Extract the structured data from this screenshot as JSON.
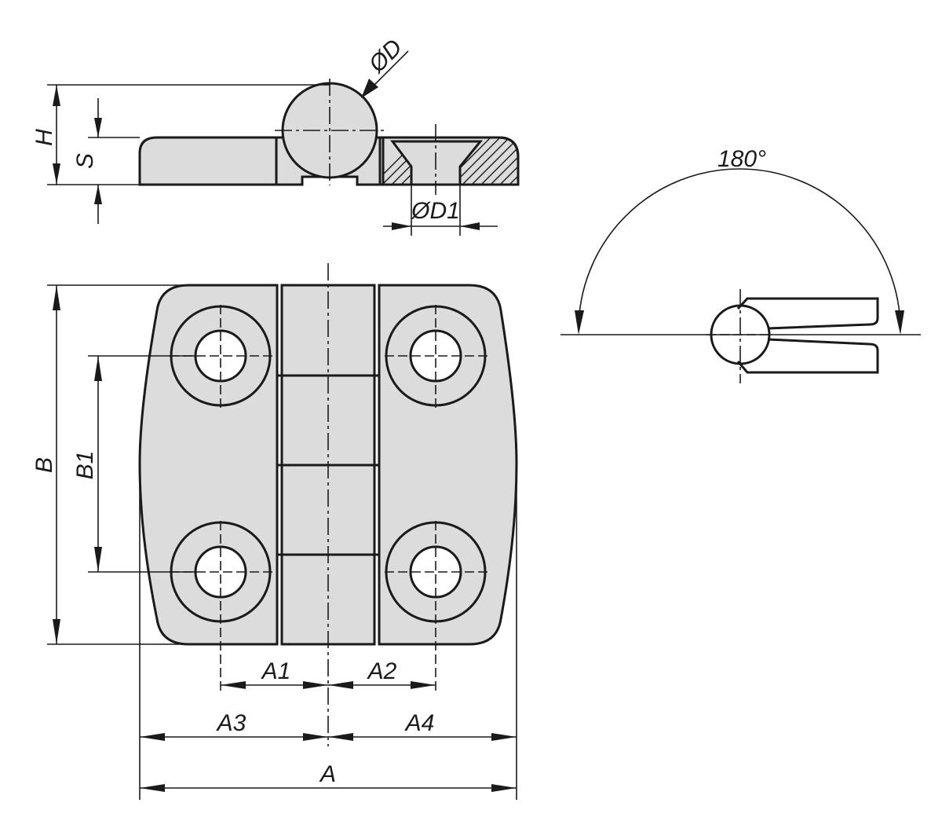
{
  "drawing": {
    "subject": "Hinge technical drawing",
    "views": [
      "side-view",
      "top-view",
      "rotation-view"
    ],
    "side_view": {
      "labels": {
        "overall_height": "H",
        "plate_thickness": "S",
        "knuckle_diameter": "ØD",
        "hole_diameter": "ØD1"
      }
    },
    "top_view": {
      "labels": {
        "overall_width": "A",
        "left_width": "A3",
        "right_width": "A4",
        "left_hole_offset": "A1",
        "right_hole_offset": "A2",
        "overall_length": "B",
        "hole_spacing": "B1"
      },
      "hole_count": 4,
      "knuckle_segments": 4
    },
    "rotation_view": {
      "angle_label": "180°",
      "opening_angle_deg": 180
    },
    "colors": {
      "part_fill": "#dcdcdc",
      "line": "#1a1a1a",
      "background": "#ffffff"
    }
  }
}
